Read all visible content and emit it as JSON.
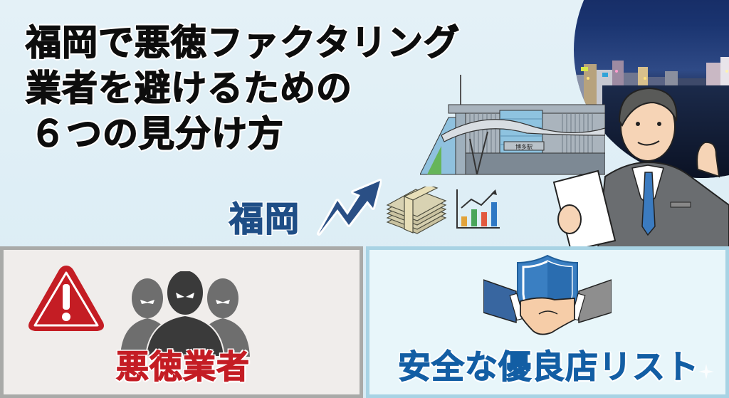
{
  "title": {
    "lines": [
      "福岡で悪徳ファクタリング",
      "業者を避けるための",
      "６つの見分け方"
    ]
  },
  "hero": {
    "region_label": "福岡",
    "station_sign": "博多駅",
    "icons": [
      "rising-arrow-icon",
      "money-stack-icon",
      "bar-chart-icon",
      "night-city-photo",
      "station-illustration",
      "businessman-illustration"
    ]
  },
  "panels": {
    "bad": {
      "label": "悪徳業者",
      "icons": [
        "warning-triangle-icon",
        "villains-icon"
      ],
      "accent": "#c41d24",
      "background": "#f0edeb",
      "border": "#a9aaa8"
    },
    "good": {
      "label": "安全な優良店リスト",
      "icons": [
        "shield-handshake-icon"
      ],
      "accent": "#135ea4",
      "background": "#e8f6fa",
      "border": "#a8d3e4"
    }
  },
  "colors": {
    "background": "#dcedf5",
    "title_text": "#0d0d0d",
    "region_text": "#1f4e86"
  }
}
